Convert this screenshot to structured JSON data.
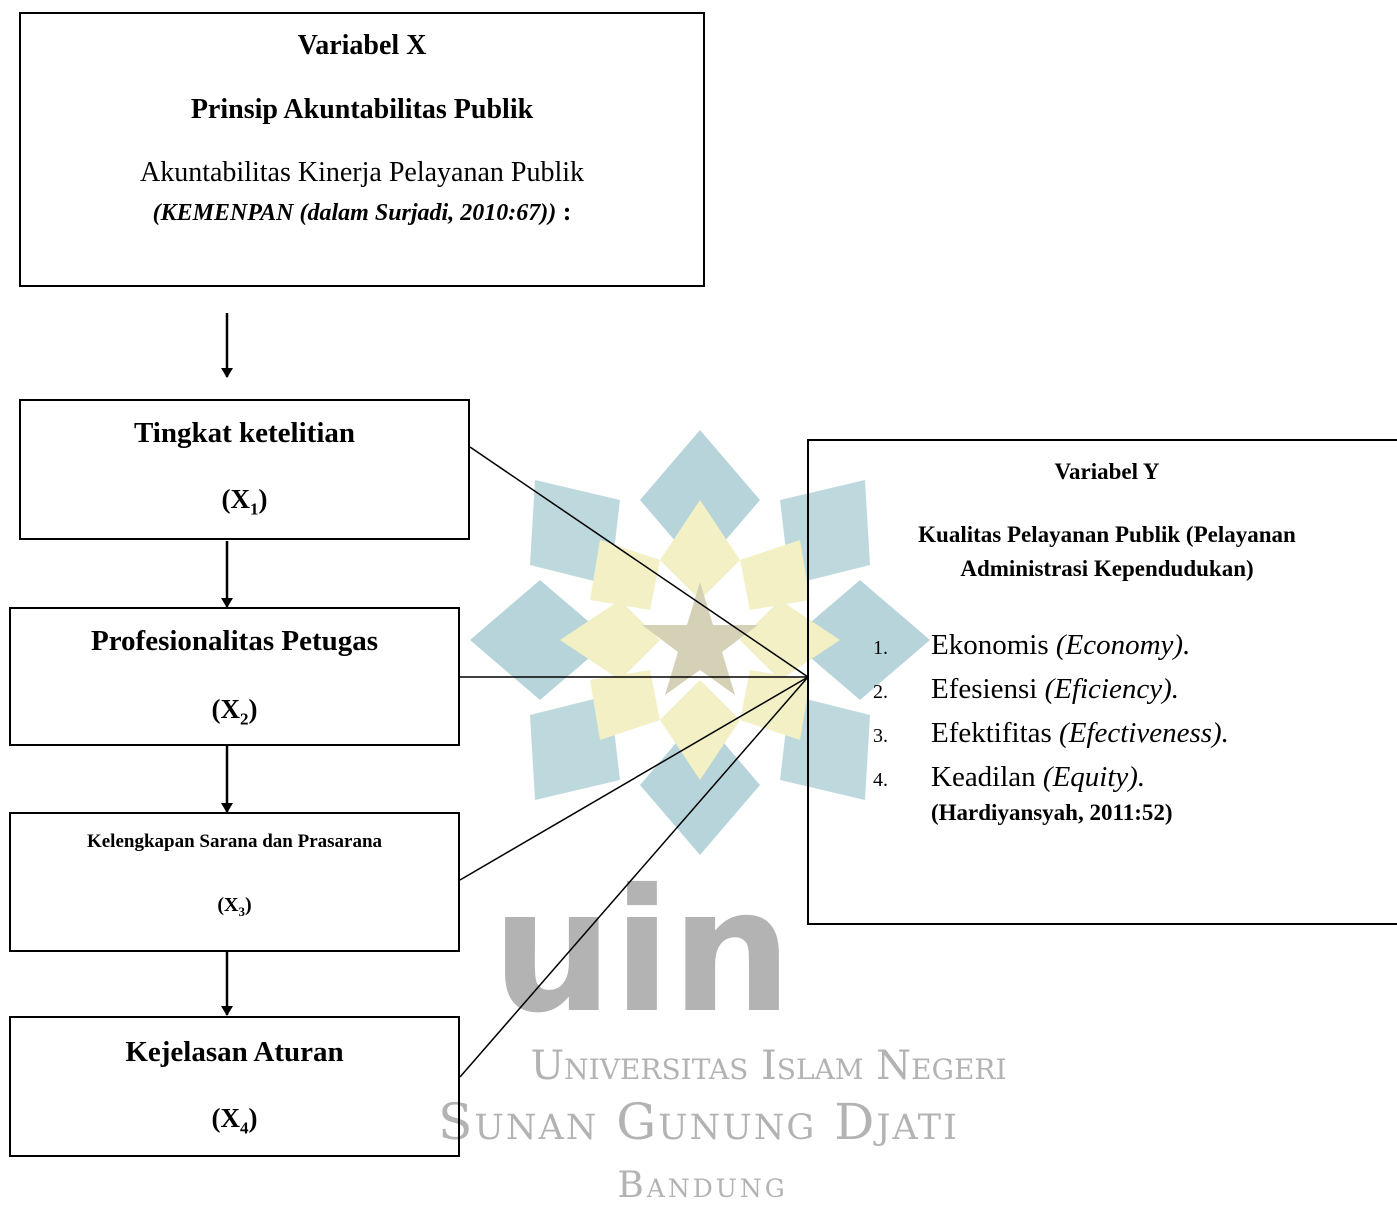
{
  "watermark": {
    "logo_text": "uin",
    "line1": "Universitas Islam Negeri",
    "line2": "Sunan Gunung Djati",
    "line3": "Bandung",
    "colors": {
      "teal": "#aecfd6",
      "yellow": "#f2f0c4",
      "star": "#d5d1b6",
      "gray": "#b3b3b3"
    }
  },
  "variable_x": {
    "title": "Variabel X",
    "subtitle": "Prinsip Akuntabilitas Publik",
    "line1": "Akuntabilitas Kinerja Pelayanan Publik",
    "citation": "(KEMENPAN (dalam Surjadi, 2010:67))",
    "colon": " :"
  },
  "indicators": [
    {
      "label": "Tingkat ketelitian",
      "code": "(X",
      "sub": "1",
      "close": ")"
    },
    {
      "label": "Profesionalitas Petugas",
      "code": "(X",
      "sub": "2",
      "close": ")"
    },
    {
      "label": "Kelengkapan Sarana dan Prasarana",
      "code": "(X",
      "sub": "3",
      "close": ")"
    },
    {
      "label": "Kejelasan Aturan",
      "code": "(X",
      "sub": "4",
      "close": ")"
    }
  ],
  "variable_y": {
    "title": "Variabel Y",
    "subtitle_line1": "Kualitas Pelayanan Publik (Pelayanan",
    "subtitle_line2": "Administrasi Kependudukan)",
    "items": [
      {
        "num": "1.",
        "main": "Ekonomis ",
        "eng": "(Economy)."
      },
      {
        "num": "2.",
        "main": "Efesiensi ",
        "eng": "(Eficiency)."
      },
      {
        "num": "3.",
        "main": "Efektifitas ",
        "eng": "(Efectiveness)."
      },
      {
        "num": "4.",
        "main": "Keadilan ",
        "eng": "(Equity)."
      }
    ],
    "reference": "(Hardiyansyah, 2011:52)"
  }
}
